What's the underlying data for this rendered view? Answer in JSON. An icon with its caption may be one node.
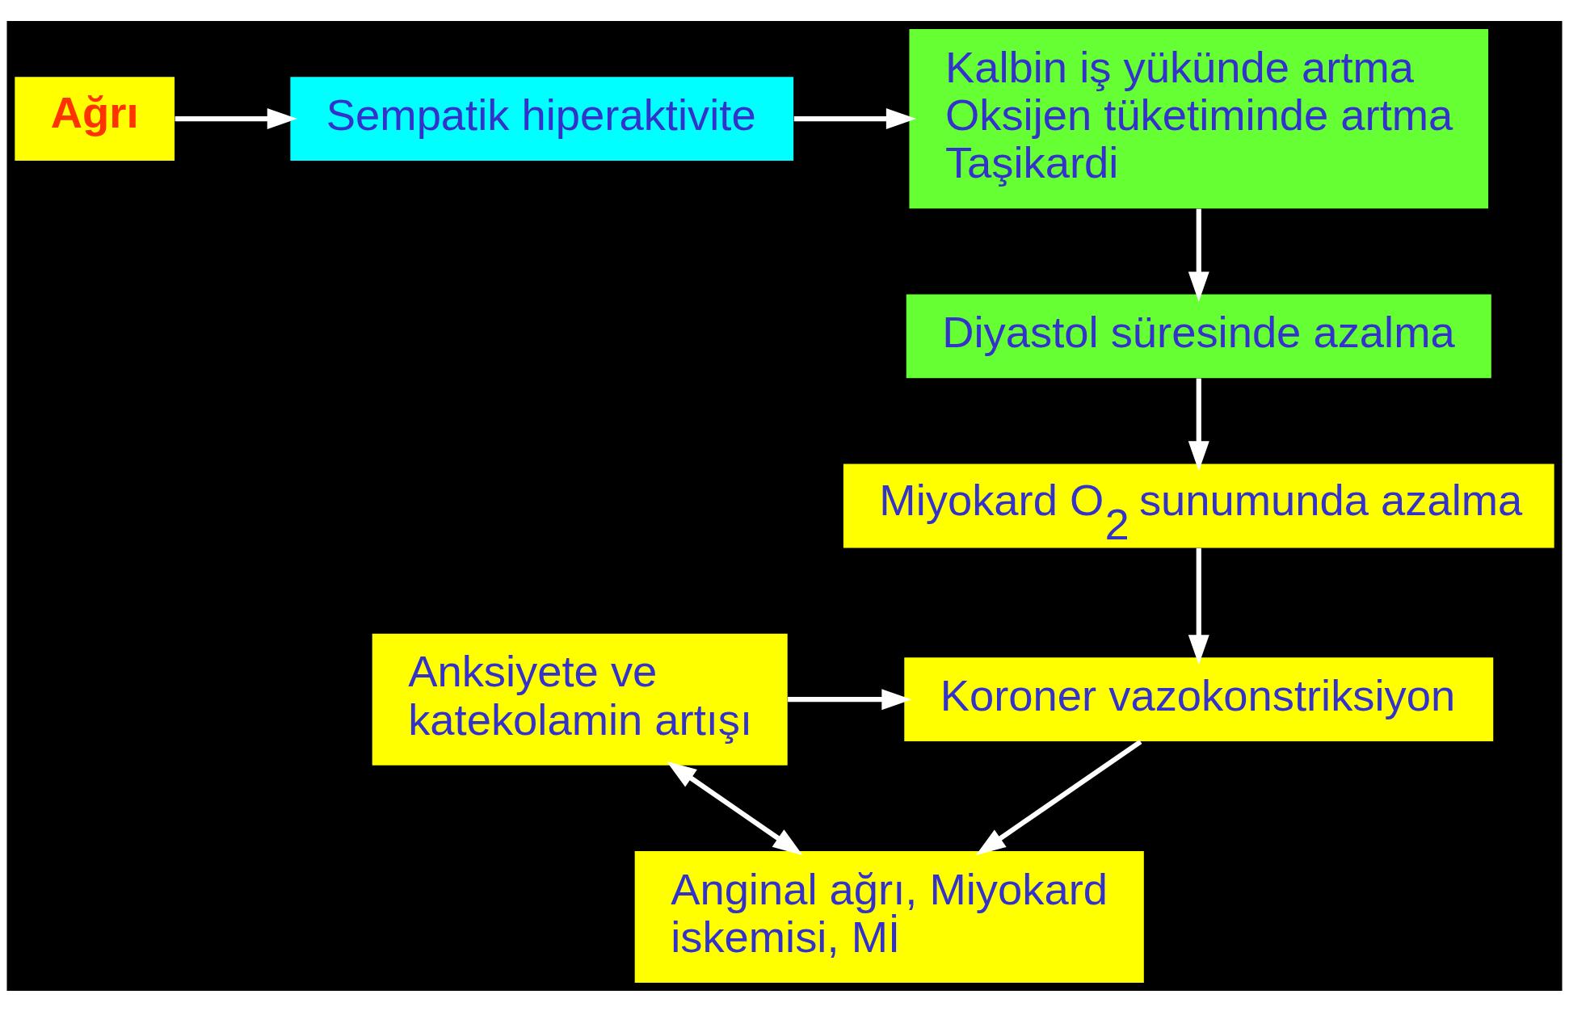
{
  "diagram": {
    "nodes": [
      {
        "text": [
          "Ağrı"
        ]
      },
      {
        "text": [
          "Sempatik hiperaktivite"
        ]
      },
      {
        "text": [
          "Kalbin iş yükünde artma",
          "Oksijen tüketiminde artma",
          "Taşikardi"
        ]
      },
      {
        "text": [
          "Diyastol süresinde azalma"
        ]
      },
      {
        "text": [
          "Miyokard O$_{2}$ sunumunda azalma"
        ]
      },
      {
        "text": [
          "Koroner vazokonstriksiyon"
        ]
      },
      {
        "text": [
          "Anksiyete ve katekolamin artışı"
        ]
      },
      {
        "text": [
          "Anginal ağrı, Miyokard iskemisi, Mİ"
        ]
      }
    ],
    "edges": [
      {
        "from": 0,
        "to": 1,
        "arrow": "to"
      },
      {
        "from": 1,
        "to": 2,
        "arrow": "to"
      },
      {
        "from": 2,
        "to": 3,
        "arrow": "to"
      },
      {
        "from": 3,
        "to": 4,
        "arrow": "to"
      },
      {
        "from": 4,
        "to": 5,
        "arrow": "to"
      },
      {
        "from": 5,
        "to": 7,
        "arrow": "to"
      },
      {
        "from": 6,
        "to": 5,
        "arrow": "to"
      },
      {
        "from": 6,
        "to": 7,
        "arrow": "both"
      }
    ]
  }
}
